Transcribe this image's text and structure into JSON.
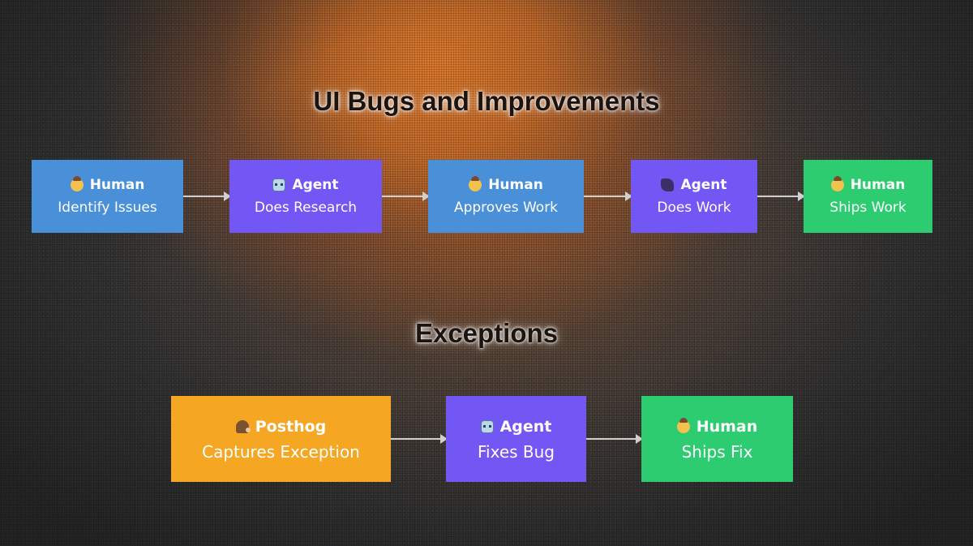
{
  "colors": {
    "human_blue": "#4a90d9",
    "agent_purple": "#7357f5",
    "human_green": "#2ecc71",
    "posthog_orange": "#f5a623",
    "arrow": "#cfcfcf"
  },
  "section_top": {
    "title": "UI Bugs and Improvements",
    "nodes": [
      {
        "icon": "human-icon",
        "title": "Human",
        "subtitle": "Identify Issues"
      },
      {
        "icon": "robot-icon",
        "title": "Agent",
        "subtitle": "Does Research"
      },
      {
        "icon": "human-icon",
        "title": "Human",
        "subtitle": "Approves Work"
      },
      {
        "icon": "flexed-arm-icon",
        "title": "Agent",
        "subtitle": "Does Work"
      },
      {
        "icon": "human-icon",
        "title": "Human",
        "subtitle": "Ships Work"
      }
    ]
  },
  "section_bottom": {
    "title": "Exceptions",
    "nodes": [
      {
        "icon": "hedgehog-icon",
        "title": "Posthog",
        "subtitle": "Captures Exception"
      },
      {
        "icon": "robot-icon",
        "title": "Agent",
        "subtitle": "Fixes Bug"
      },
      {
        "icon": "human-icon",
        "title": "Human",
        "subtitle": "Ships Fix"
      }
    ]
  }
}
